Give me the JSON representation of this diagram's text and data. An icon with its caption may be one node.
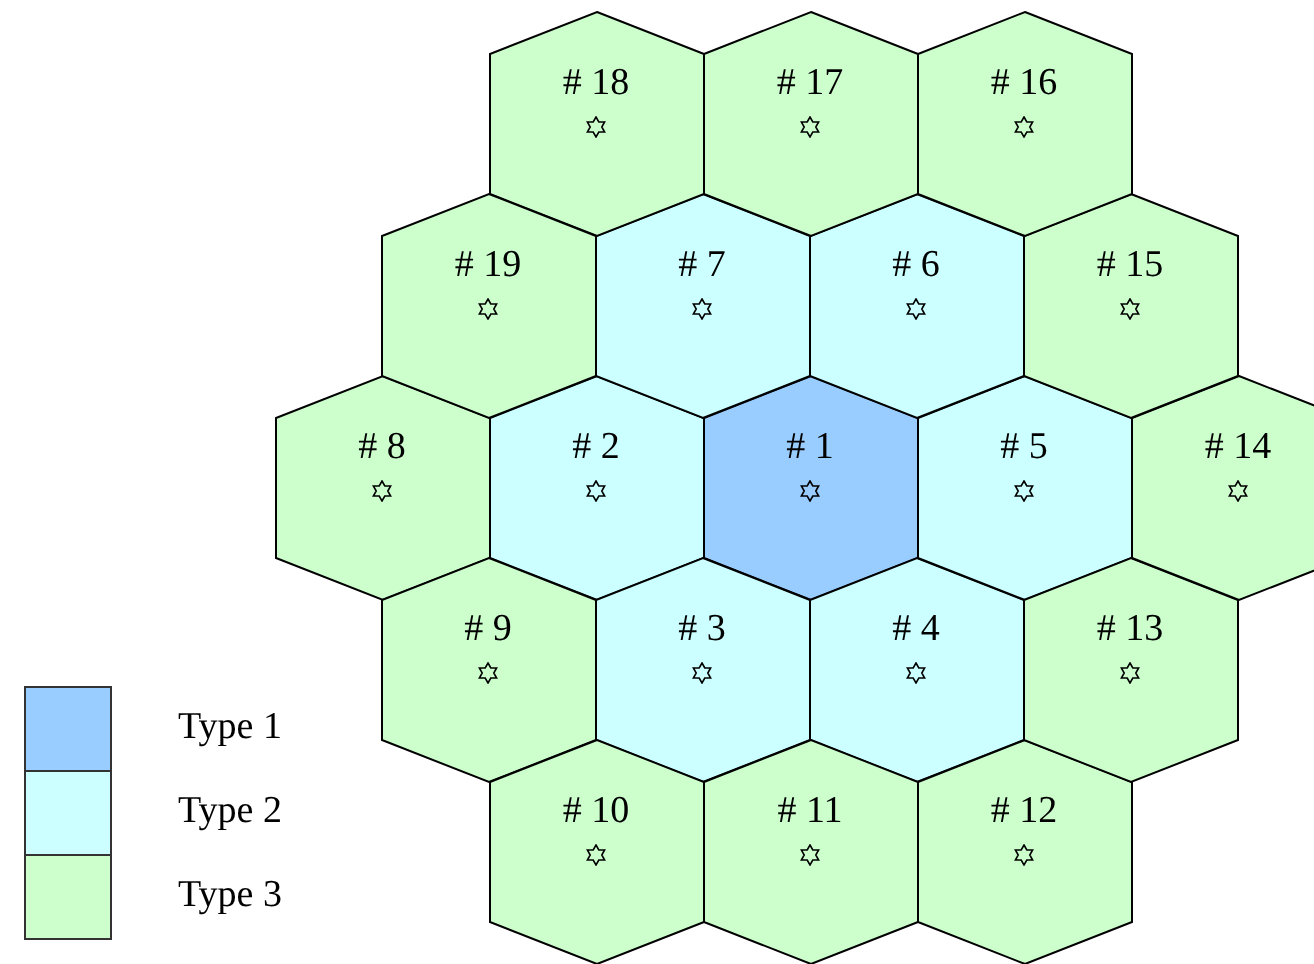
{
  "diagram": {
    "nodes": [
      {
        "text": [
          "# 1"
        ]
      },
      {
        "text": [
          "# 2"
        ]
      },
      {
        "text": [
          "# 3"
        ]
      },
      {
        "text": [
          "# 4"
        ]
      },
      {
        "text": [
          "# 5"
        ]
      },
      {
        "text": [
          "# 6"
        ]
      },
      {
        "text": [
          "# 7"
        ]
      },
      {
        "text": [
          "# 8"
        ]
      },
      {
        "text": [
          "# 9"
        ]
      },
      {
        "text": [
          "# 10"
        ]
      },
      {
        "text": [
          "# 11"
        ]
      },
      {
        "text": [
          "# 12"
        ]
      },
      {
        "text": [
          "# 13"
        ]
      },
      {
        "text": [
          "# 14"
        ]
      },
      {
        "text": [
          "# 15"
        ]
      },
      {
        "text": [
          "# 16"
        ]
      },
      {
        "text": [
          "# 17"
        ]
      },
      {
        "text": [
          "# 18"
        ]
      },
      {
        "text": [
          "# 19"
        ]
      }
    ],
    "legend": [
      {
        "text": "Type 1",
        "color": "#99ccff"
      },
      {
        "text": "Type 2",
        "color": "#ccffff"
      },
      {
        "text": "Type 3",
        "color": "#ccffcc"
      }
    ]
  }
}
